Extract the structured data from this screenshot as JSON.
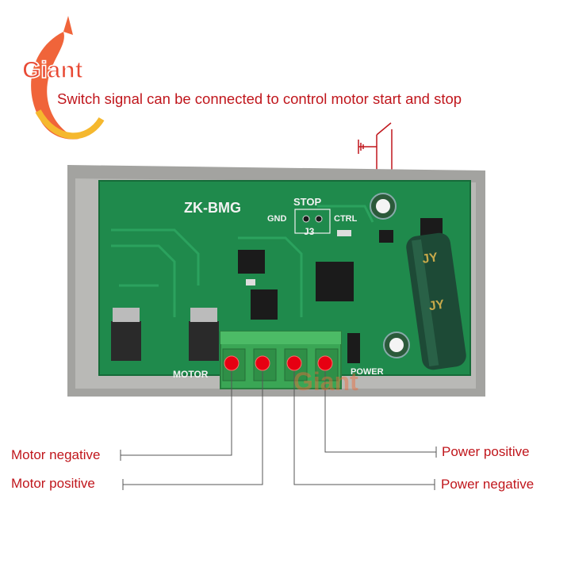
{
  "logo": {
    "text": "Giant"
  },
  "caption": "Switch signal can be connected to control motor start and stop",
  "board": {
    "model": "ZK-BMG",
    "stop_label": "STOP",
    "gnd_label": "GND",
    "ctrl_label": "CTRL",
    "jumper_label": "J3",
    "motor_label": "MOTOR",
    "power_label": "POWER",
    "capacitor_text": "JY"
  },
  "terminals": [
    {
      "label": "Motor negative"
    },
    {
      "label": "Motor positive"
    },
    {
      "label": "Power negative"
    },
    {
      "label": "Power positive"
    }
  ],
  "colors": {
    "annotation": "#c0161c",
    "pcb": "#1f8a4c",
    "case": "#9a9a98",
    "terminal_block": "#3aa655"
  }
}
